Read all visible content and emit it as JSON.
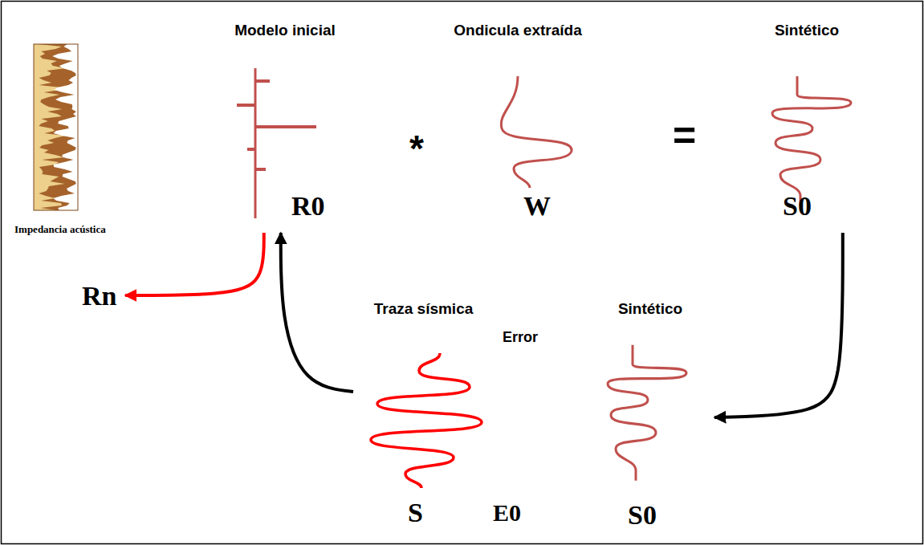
{
  "diagram": {
    "nodes": [
      {
        "text": [
          "Modelo inicial",
          "R0"
        ]
      },
      {
        "text": [
          "Ondicula extraída",
          "W"
        ]
      },
      {
        "text": [
          "Sintético",
          "S0"
        ]
      },
      {
        "text": [
          "Rn"
        ]
      },
      {
        "text": [
          "Traza sísmica",
          "S"
        ]
      },
      {
        "text": [
          "Sintético",
          "S0"
        ]
      }
    ],
    "edges": [
      {
        "from": 2,
        "to": 5,
        "arrow": "to"
      },
      {
        "from": 4,
        "to": 0,
        "arrow": "to"
      },
      {
        "from": 0,
        "to": 3,
        "arrow": "to"
      }
    ],
    "labels": [
      "Impedancia acústica",
      "*",
      "=",
      "Error",
      "E0"
    ]
  }
}
